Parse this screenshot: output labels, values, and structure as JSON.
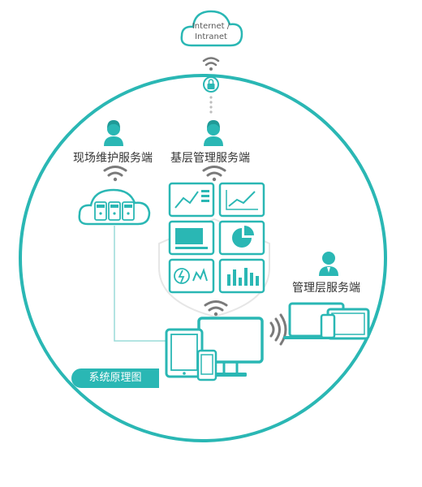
{
  "cloud": {
    "line1": "Internet /",
    "line2": "Intranet"
  },
  "roles": {
    "field": "现场维护服务端",
    "base": "基层管理服务端",
    "mgmt": "管理层服务端"
  },
  "diagram_title": "系统原理图",
  "colors": {
    "teal": "#2ab7b4",
    "gray": "#7a7a7a",
    "person": "#2ab7b4"
  }
}
